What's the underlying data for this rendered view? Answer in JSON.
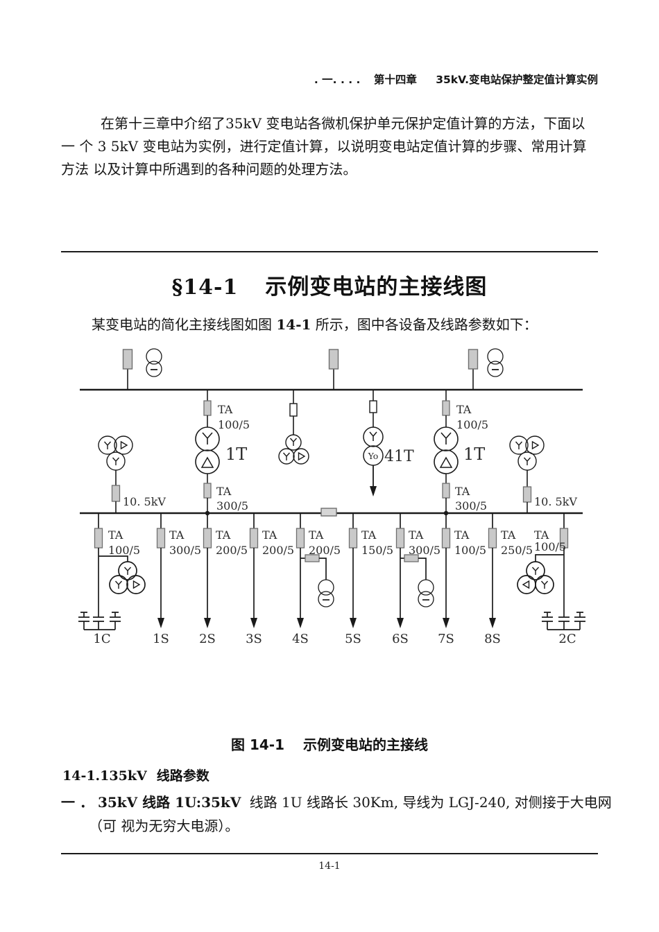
{
  "header": {
    "marks": ". 一. .    .    .",
    "chapter": "第十四章",
    "title": "35kV.变电站保护整定值计算实例"
  },
  "paragraph": {
    "line1": "在第十三章中介绍了35kV 变电站各微机保护单元保护定值计算的方法，下面以",
    "line2": "一 个 3 5kV 变电站为实例，进行定值计算，以说明变电站定值计算的步骤、常用计算",
    "line3": "方法 以及计算中所遇到的各种问题的处理方法。"
  },
  "section": {
    "number": "§14-1",
    "title": "示例变电站的主接线图"
  },
  "intro": {
    "pre": "某变电站的简化主接线图如图 ",
    "bold": "14-1",
    "post": " 所示，图中各设备及线路参数如下："
  },
  "diagram": {
    "ta": "TA",
    "upper_left_ct_ratio": "100/5",
    "upper_right_ct_ratio": "100/5",
    "mid_left_ct_ratio": "300/5",
    "mid_right_ct_ratio": "300/5",
    "transformer_left": "1T",
    "transformer_right": "1T",
    "grounding_transformer": "41T",
    "yo": "Yo",
    "voltage_left": "10. 5kV",
    "voltage_right": "10. 5kV",
    "feeders": [
      {
        "name": "1C",
        "ratio": "100/5"
      },
      {
        "name": "1S",
        "ratio": "300/5"
      },
      {
        "name": "2S",
        "ratio": "200/5"
      },
      {
        "name": "3S",
        "ratio": "200/5"
      },
      {
        "name": "4S",
        "ratio": "200/5"
      },
      {
        "name": "5S",
        "ratio": "150/5"
      },
      {
        "name": "6S",
        "ratio": "300/5"
      },
      {
        "name": "7S",
        "ratio": "100/5"
      },
      {
        "name": "8S",
        "ratio": "250/5"
      },
      {
        "name": "2C",
        "ratio": "100/5"
      }
    ]
  },
  "caption": "图 14-1　 示例变电站的主接线",
  "params_heading": {
    "number": "14-1.135kV",
    "text": "线路参数"
  },
  "item": {
    "num": "一 ．",
    "bold": "35kV 线路 1U:35kV",
    "text": "  线路 1U 线路长 30Km, 导线为  LGJ-240,   对侧接于大电网",
    "line2": "（可  视为无穷大电源）。"
  },
  "footer": {
    "page": "14-1"
  }
}
